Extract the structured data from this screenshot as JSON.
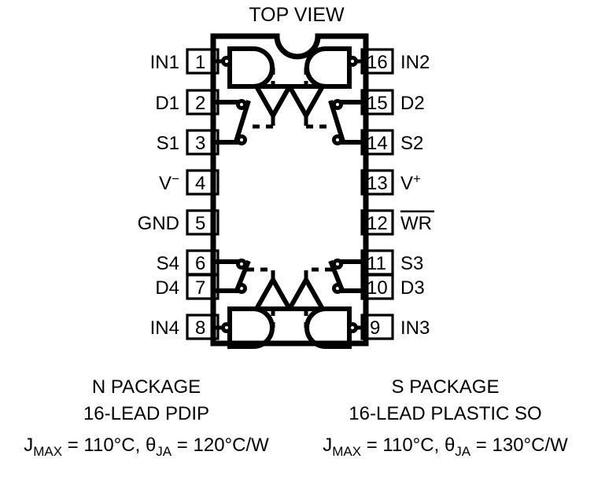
{
  "title": "TOP VIEW",
  "package": {
    "lead_count": 16,
    "notch": "top-center-semicircle"
  },
  "pins_left": [
    {
      "number": "1",
      "label": "IN1",
      "sup": ""
    },
    {
      "number": "2",
      "label": "D1",
      "sup": ""
    },
    {
      "number": "3",
      "label": "S1",
      "sup": ""
    },
    {
      "number": "4",
      "label": "V",
      "sup": "−"
    },
    {
      "number": "5",
      "label": "GND",
      "sup": ""
    },
    {
      "number": "6",
      "label": "S4",
      "sup": ""
    },
    {
      "number": "7",
      "label": "D4",
      "sup": ""
    },
    {
      "number": "8",
      "label": "IN4",
      "sup": ""
    }
  ],
  "pins_right": [
    {
      "number": "16",
      "label": "IN2",
      "sup": "",
      "overbar": false
    },
    {
      "number": "15",
      "label": "D2",
      "sup": "",
      "overbar": false
    },
    {
      "number": "14",
      "label": "S2",
      "sup": "",
      "overbar": false
    },
    {
      "number": "13",
      "label": "V",
      "sup": "+",
      "overbar": false
    },
    {
      "number": "12",
      "label": "WR",
      "sup": "",
      "overbar": true
    },
    {
      "number": "11",
      "label": "S3",
      "sup": "",
      "overbar": false
    },
    {
      "number": "10",
      "label": "D3",
      "sup": "",
      "overbar": false
    },
    {
      "number": "9",
      "label": "IN3",
      "sup": "",
      "overbar": false
    }
  ],
  "captions": [
    {
      "line1": "N PACKAGE",
      "line2": "16-LEAD PDIP",
      "spec": {
        "t_symbol": "J",
        "t_sub": "MAX",
        "t_value": " = 110°C, ",
        "theta_symbol": "θ",
        "theta_sub": "JA",
        "theta_value": " = 120°C/W"
      }
    },
    {
      "line1": "S PACKAGE",
      "line2": "16-LEAD PLASTIC SO",
      "spec": {
        "t_symbol": "J",
        "t_sub": "MAX",
        "t_value": " = 110°C, ",
        "theta_symbol": "θ",
        "theta_sub": "JA",
        "theta_value": " = 130°C/W"
      }
    }
  ],
  "colors": {
    "ink": "#000000",
    "paper": "#ffffff"
  }
}
